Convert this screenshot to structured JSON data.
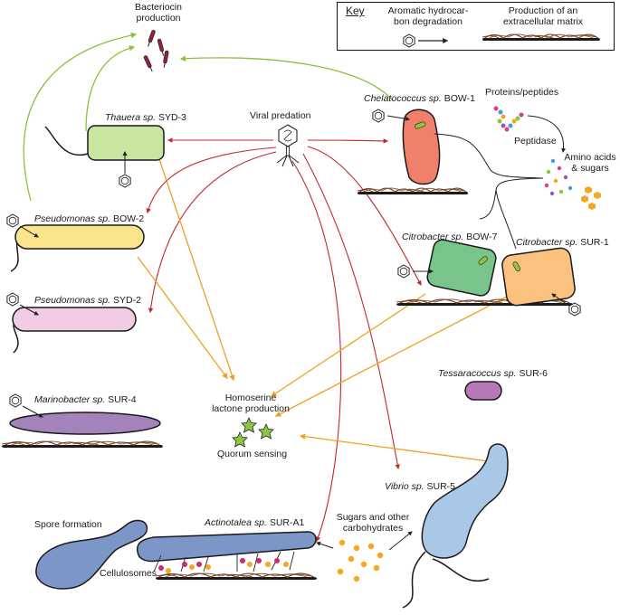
{
  "key": {
    "title": "Key",
    "aromatic": "Aromatic hydrocar-\nbon degradation",
    "matrix": "Production of an\nextracellular matrix"
  },
  "labels": {
    "bacteriocin": "Bacteriocin\nproduction",
    "viral": "Viral predation",
    "proteins": "Proteins/peptides",
    "peptidase": "Peptidase",
    "amino": "Amino acids\n& sugars",
    "homoserine": "Homoserine\nlactone production",
    "quorum": "Quorum sensing",
    "spore": "Spore formation",
    "cellulosomes": "Cellulosomes",
    "sugars": "Sugars and other\ncarbohydrates"
  },
  "organisms": [
    {
      "id": "thauera",
      "genus": "Thauera sp.",
      "strain": "SYD-3",
      "color": "#c8e6a0"
    },
    {
      "id": "chelatococcus",
      "genus": "Chelatococcus sp.",
      "strain": "BOW-1",
      "color": "#f0806a"
    },
    {
      "id": "pseudo-bow2",
      "genus": "Pseudomonas sp.",
      "strain": "BOW-2",
      "color": "#fbe58c"
    },
    {
      "id": "pseudo-syd2",
      "genus": "Pseudomonas sp.",
      "strain": "SYD-2",
      "color": "#f2cbe4"
    },
    {
      "id": "marinobacter",
      "genus": "Marinobacter sp.",
      "strain": "SUR-4",
      "color": "#a483bd"
    },
    {
      "id": "citro-bow7",
      "genus": "Citrobacter sp.",
      "strain": "BOW-7",
      "color": "#78c48a"
    },
    {
      "id": "citro-sur1",
      "genus": "Citrobacter sp.",
      "strain": "SUR-1",
      "color": "#fbc27f"
    },
    {
      "id": "tessaracoccus",
      "genus": "Tessaracoccus sp.",
      "strain": "SUR-6",
      "color": "#b878b8"
    },
    {
      "id": "vibrio",
      "genus": "Vibrio sp.",
      "strain": "SUR-5",
      "color": "#a9c8e8"
    },
    {
      "id": "actinotalea",
      "genus": "Actinotalea sp.",
      "strain": "SUR-A1",
      "color": "#7d96c8"
    }
  ],
  "colors": {
    "viral_arrow": "#c2272d",
    "quorum_arrow": "#f0a020",
    "bacteriocin_arrow": "#8cc03c",
    "matrix": "#7a4a2a",
    "star": "#8cc63f",
    "orange_dot": "#f5a623"
  }
}
